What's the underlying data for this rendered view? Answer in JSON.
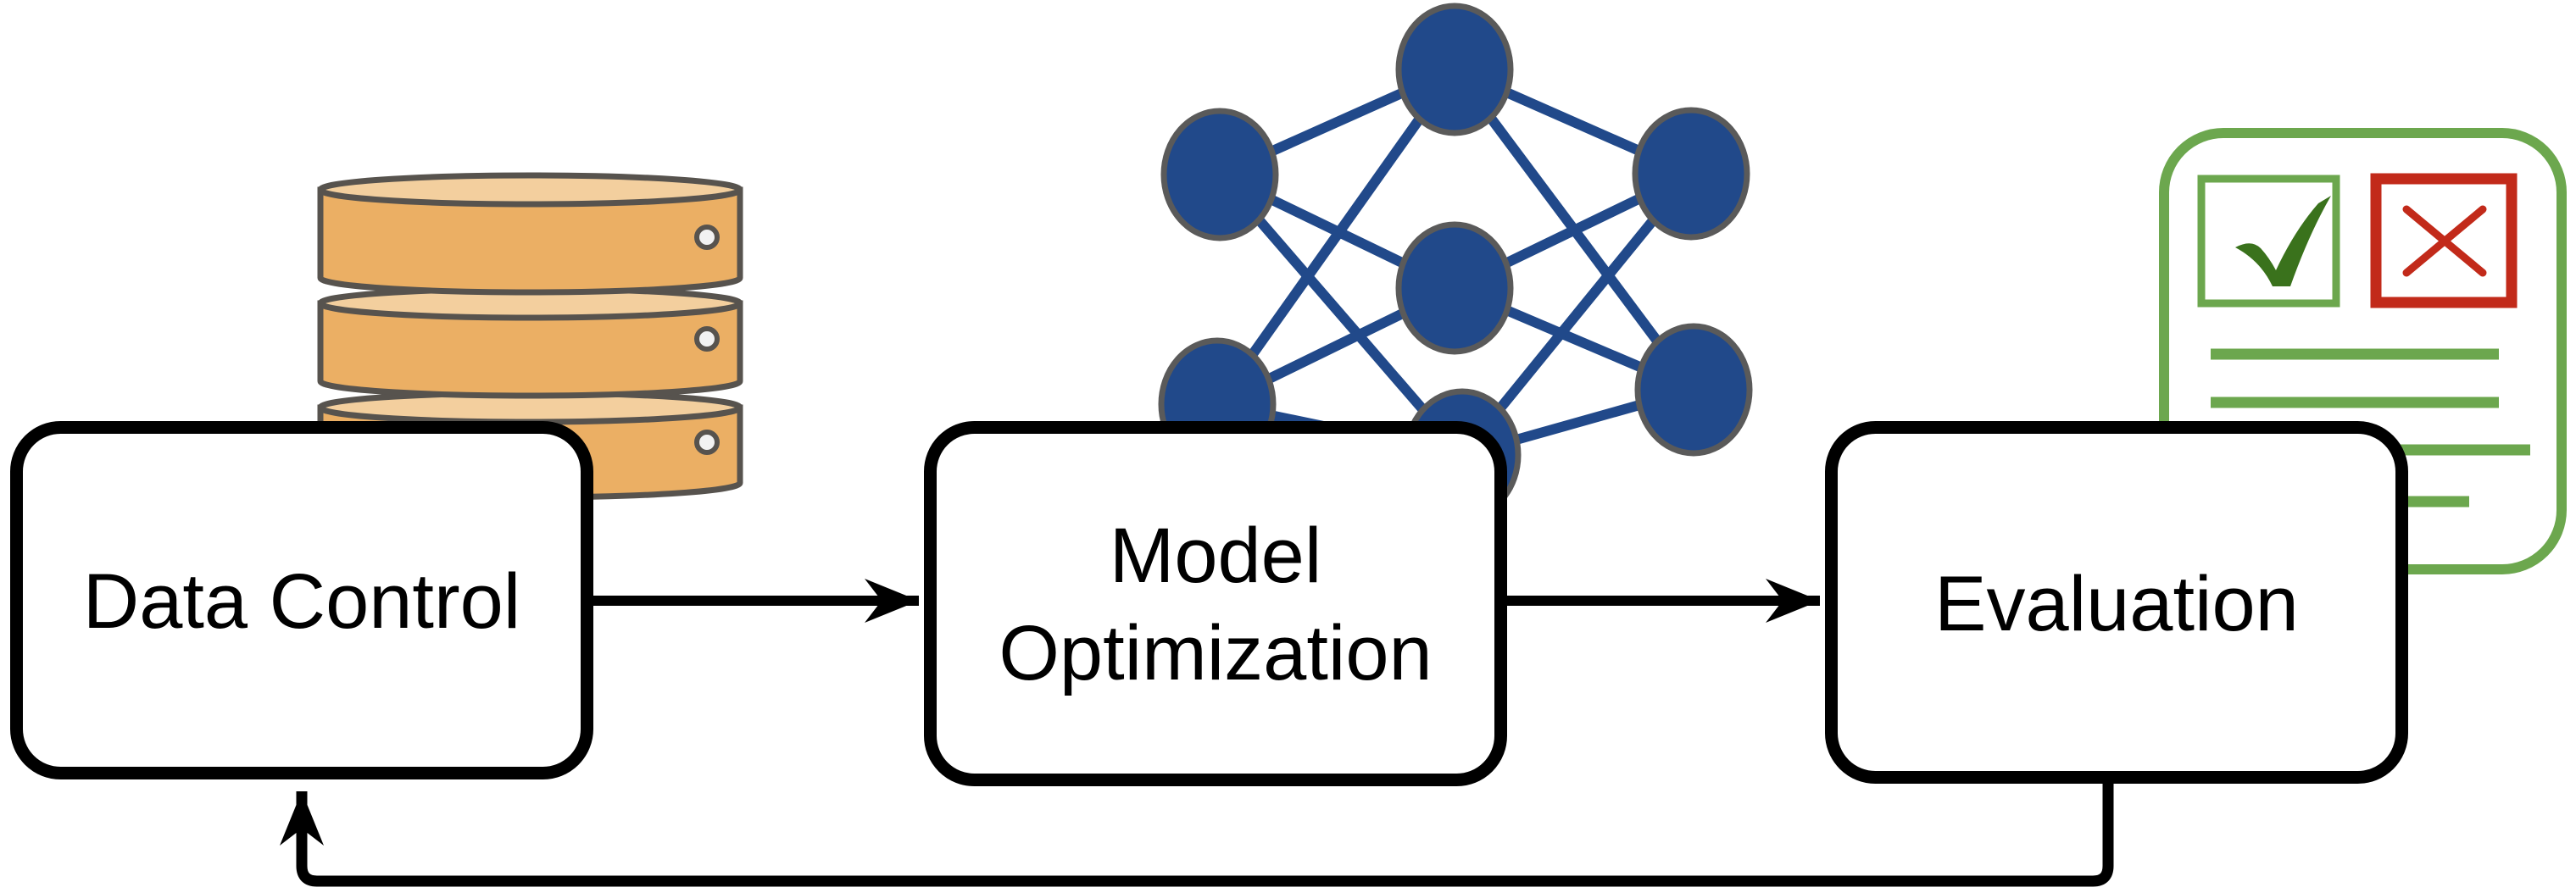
{
  "diagram": {
    "title": "ML pipeline flowchart: Data Control, Model Optimization, Evaluation with feedback loop",
    "background_color": "#ffffff",
    "boxes": [
      {
        "id": "data-control",
        "label": "Data Control"
      },
      {
        "id": "model-optimization",
        "label_lines": [
          "Model",
          "Optimization"
        ]
      },
      {
        "id": "evaluation",
        "label": "Evaluation"
      }
    ],
    "edges": [
      {
        "from": "data-control",
        "to": "model-optimization",
        "type": "arrow"
      },
      {
        "from": "model-optimization",
        "to": "evaluation",
        "type": "arrow"
      },
      {
        "from": "evaluation",
        "to": "data-control",
        "type": "feedback-arrow"
      }
    ],
    "box_style": {
      "fill": "#ffffff",
      "stroke": "#000000",
      "text_color": "#000000"
    },
    "icons": {
      "database": {
        "name": "database-icon",
        "disk_count": 3,
        "body_color": "#EBAF64",
        "top_color": "#F3CF9E",
        "outline_color": "#57534E",
        "led_color": "#F2F2F2"
      },
      "neural_network": {
        "name": "neural-network-icon",
        "layers": [
          2,
          3,
          2
        ],
        "node_color": "#21498A",
        "edge_color": "#21498A",
        "outline_color": "#5A5A5A"
      },
      "checklist": {
        "name": "checklist-icon",
        "frame_color": "#6CA74E",
        "check_color": "#3A721C",
        "cross_color": "#C22A1A",
        "line_count": 4
      }
    }
  }
}
